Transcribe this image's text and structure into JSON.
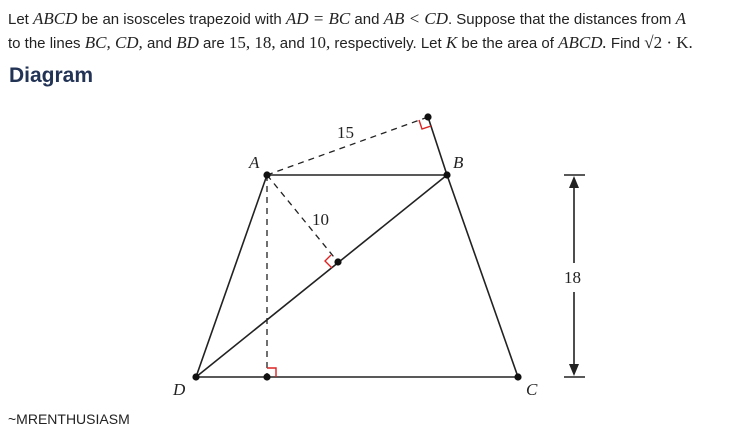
{
  "problem": {
    "t1": "Let ",
    "m1": "ABCD",
    "t2": " be an isosceles trapezoid with ",
    "m2": "AD = BC",
    "t3": " and ",
    "m3": "AB < CD",
    "t4": ". Suppose that the distances from ",
    "m4": "A",
    "t5": "to the lines ",
    "m5": "BC, CD,",
    "t6": " and ",
    "m6": "BD",
    "t7": " are ",
    "m7": "15, 18,",
    "t8": " and ",
    "m8": "10,",
    "t9": " respectively. Let ",
    "m9": "K",
    "t10": " be the area of ",
    "m10": "ABCD.",
    "t11": " Find ",
    "m11": "√2 · K."
  },
  "section_heading": "Diagram",
  "diagram": {
    "vertex_labels": {
      "A": "A",
      "B": "B",
      "C": "C",
      "D": "D"
    },
    "distance_labels": {
      "to_BC": "15",
      "to_BD": "10",
      "to_CD": "18"
    }
  },
  "credit": "~MRENTHUSIASM"
}
